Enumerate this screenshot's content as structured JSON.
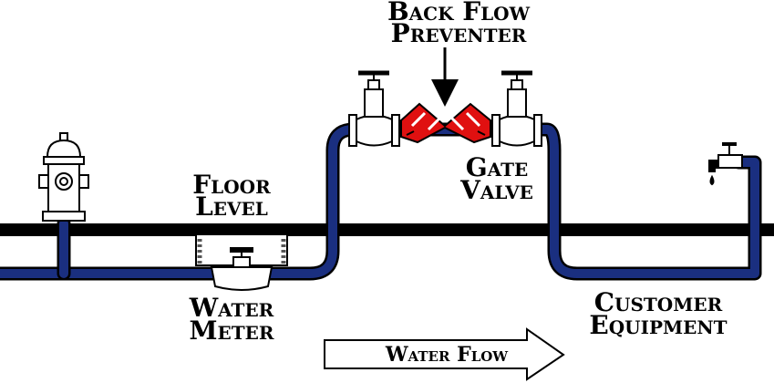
{
  "labels": {
    "back_flow_1": "Back Flow",
    "back_flow_2": "Preventer",
    "floor_1": "Floor",
    "floor_2": "Level",
    "gate_1": "Gate",
    "gate_2": "Valve",
    "meter_1": "Water",
    "meter_2": "Meter",
    "customer_1": "Customer",
    "customer_2": "Equipment",
    "flow": "Water Flow"
  },
  "colors": {
    "pipe": "#1a2f80",
    "pipe_outline": "#000000",
    "preventer": "#e01010",
    "floor": "#000000",
    "background": "#ffffff"
  },
  "icons": {
    "hydrant": "fire-hydrant-icon",
    "faucet": "faucet-icon",
    "meter": "water-meter-icon",
    "valve": "gate-valve-icon",
    "preventer": "backflow-preventer-icon",
    "flow_arrow": "arrow-right-icon"
  }
}
